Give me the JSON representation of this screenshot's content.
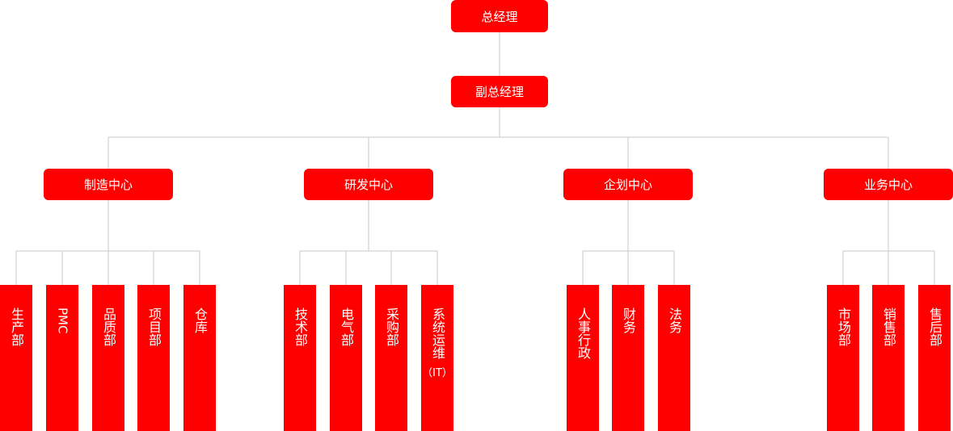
{
  "colors": {
    "box": "#ff0000",
    "text": "#ffffff",
    "line": "#c8c8c8"
  },
  "gm": "总经理",
  "deputy": "副总经理",
  "centers": [
    {
      "name": "制造中心",
      "depts": [
        {
          "label": "生产部"
        },
        {
          "label": "PMC"
        },
        {
          "label": "品质部"
        },
        {
          "label": "项目部"
        },
        {
          "label": "仓库"
        }
      ]
    },
    {
      "name": "研发中心",
      "depts": [
        {
          "label": "技术部"
        },
        {
          "label": "电气部"
        },
        {
          "label": "采购部"
        },
        {
          "label": "系统运维",
          "sub": "（IT）"
        }
      ]
    },
    {
      "name": "企划中心",
      "depts": [
        {
          "label": "人事行政"
        },
        {
          "label": "财务"
        },
        {
          "label": "法务"
        }
      ]
    },
    {
      "name": "业务中心",
      "depts": [
        {
          "label": "市场部"
        },
        {
          "label": "销售部"
        },
        {
          "label": "售后部"
        }
      ]
    }
  ]
}
